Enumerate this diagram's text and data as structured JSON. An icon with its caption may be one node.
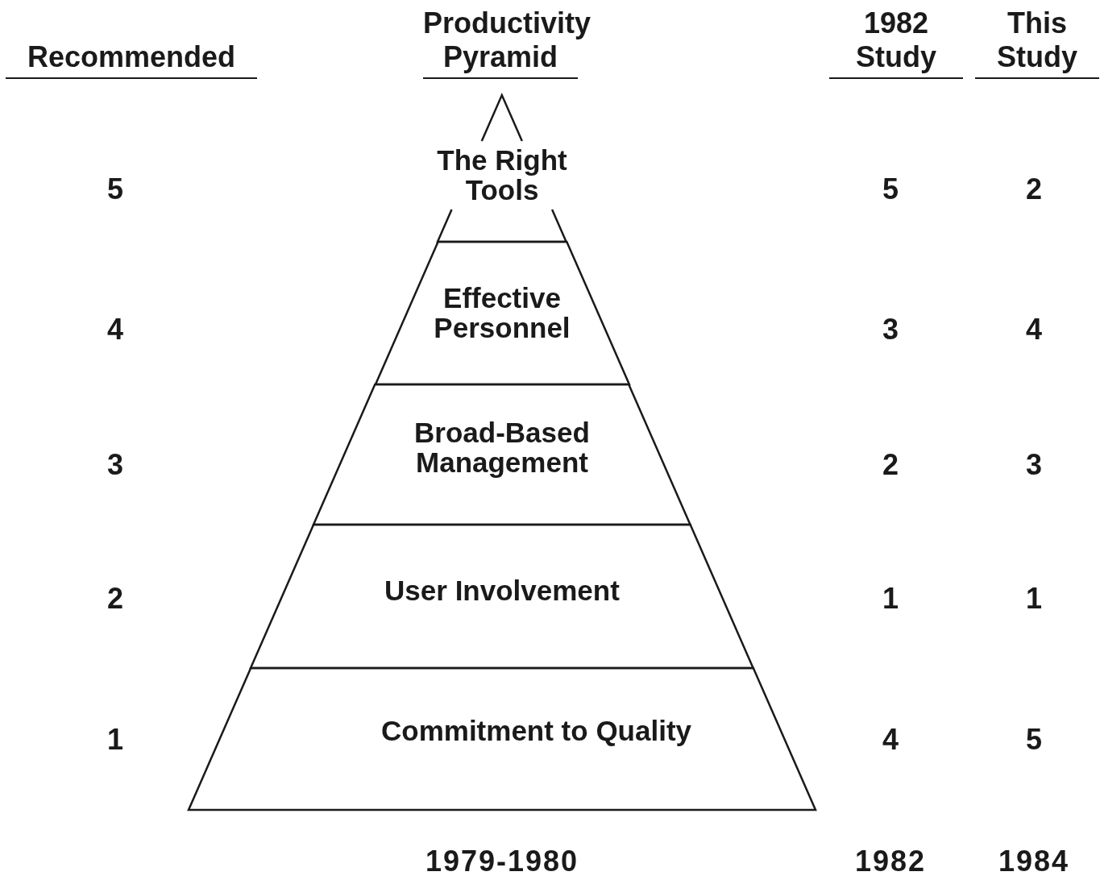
{
  "diagram": {
    "title": "Productivity Pyramid",
    "nodes": [
      {
        "text": [
          "The Right Tools"
        ]
      },
      {
        "text": [
          "Effective Personnel"
        ]
      },
      {
        "text": [
          "Broad-Based Management"
        ]
      },
      {
        "text": [
          "User Involvement"
        ]
      },
      {
        "text": [
          "Commitment to Quality"
        ]
      }
    ],
    "labels": [
      "Recommended",
      "1982 Study",
      "This Study",
      "5",
      "5",
      "2",
      "4",
      "3",
      "4",
      "3",
      "2",
      "3",
      "2",
      "1",
      "1",
      "1",
      "4",
      "5",
      "1979-1980",
      "1982",
      "1984"
    ]
  }
}
